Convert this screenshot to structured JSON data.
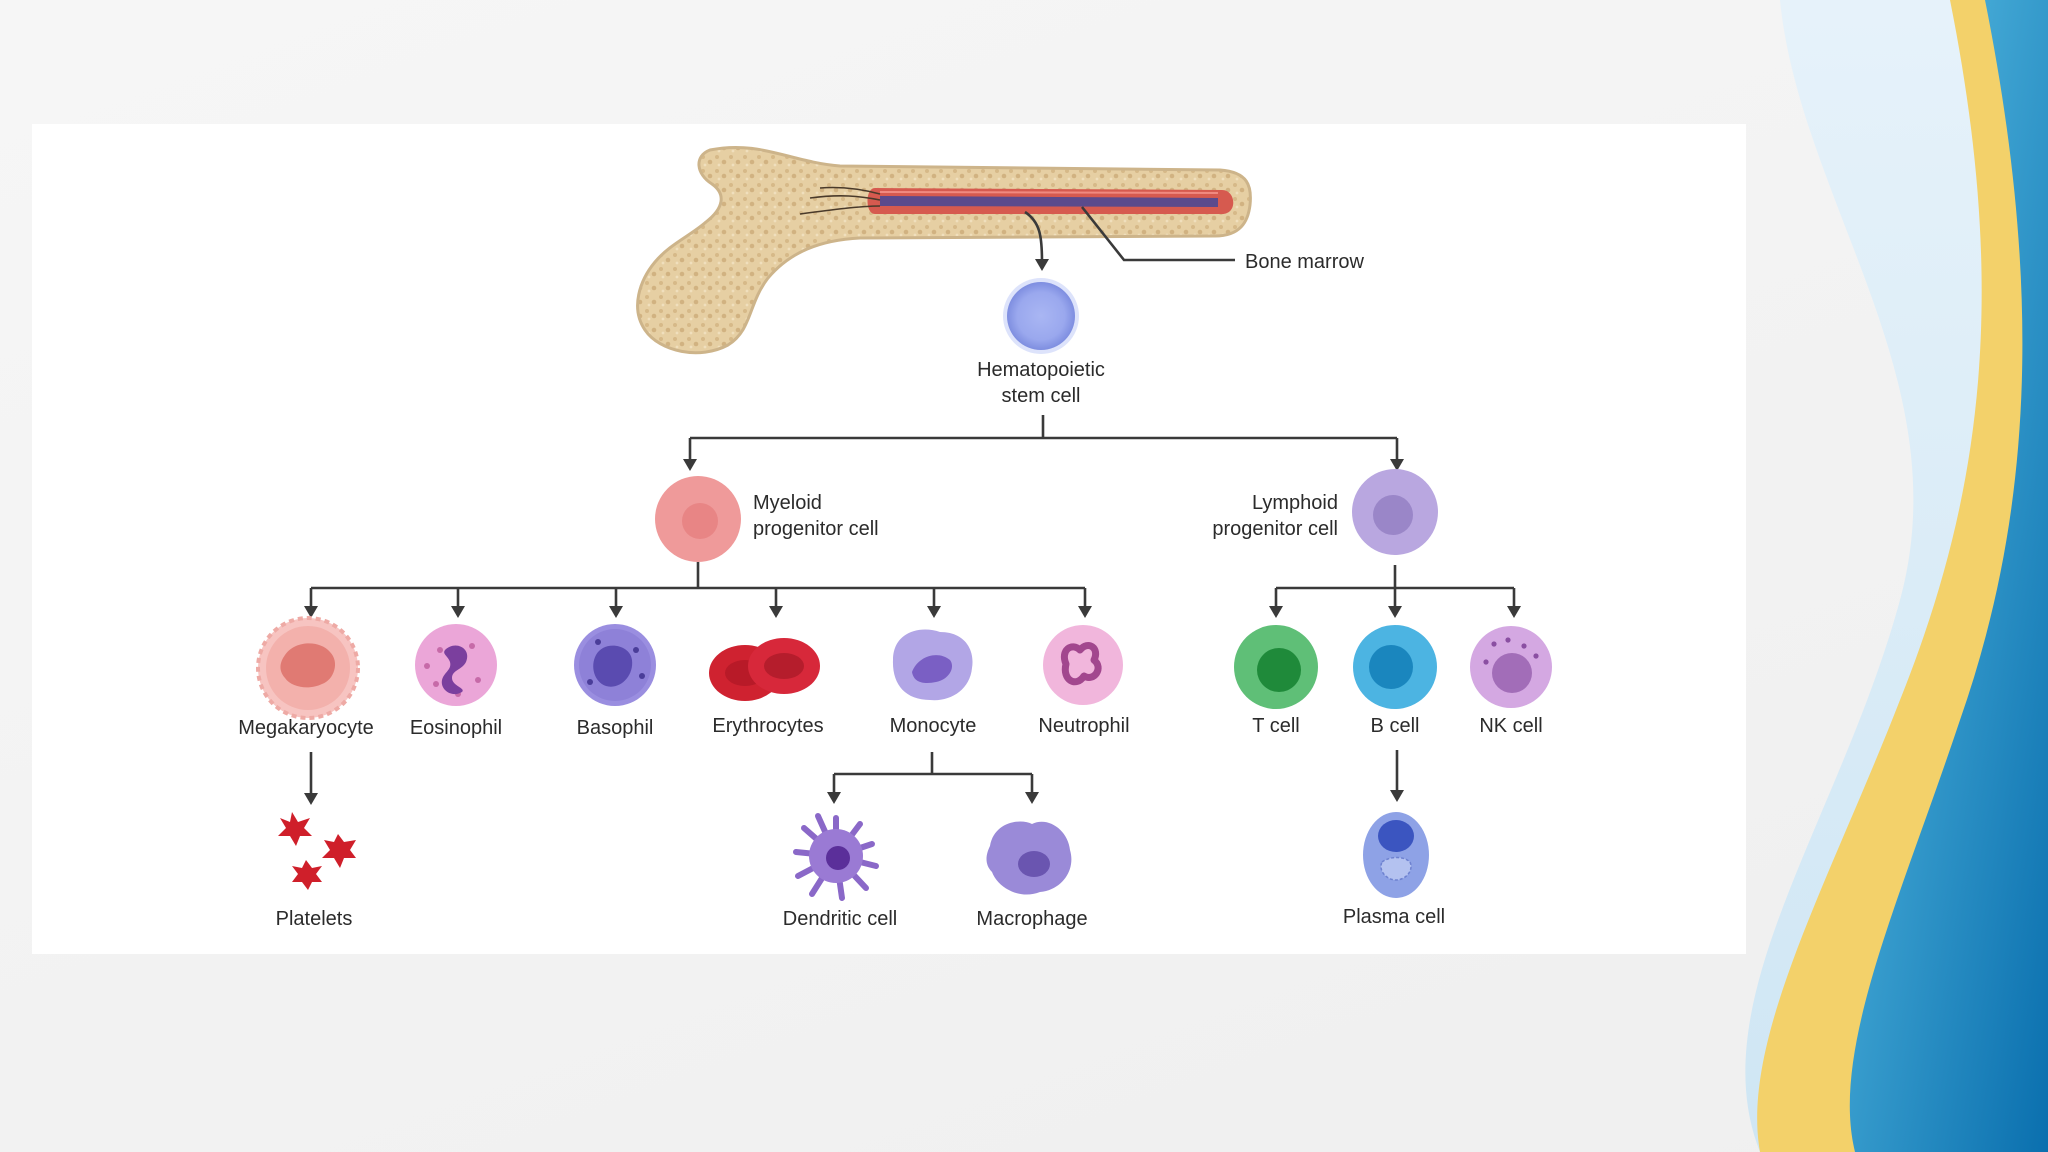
{
  "diagram": {
    "labels": {
      "bone_marrow": "Bone marrow",
      "hsc_line1": "Hematopoietic",
      "hsc_line2": "stem cell",
      "myeloid_line1": "Myeloid",
      "myeloid_line2": "progenitor cell",
      "lymphoid_line1": "Lymphoid",
      "lymphoid_line2": "progenitor cell",
      "megakaryocyte": "Megakaryocyte",
      "eosinophil": "Eosinophil",
      "basophil": "Basophil",
      "erythrocytes": "Erythrocytes",
      "monocyte": "Monocyte",
      "neutrophil": "Neutrophil",
      "t_cell": "T cell",
      "b_cell": "B cell",
      "nk_cell": "NK cell",
      "platelets": "Platelets",
      "dendritic_cell": "Dendritic cell",
      "macrophage": "Macrophage",
      "plasma_cell": "Plasma cell"
    }
  },
  "colors": {
    "slide_bg": "#f3f3f3",
    "panel_bg": "#ffffff",
    "bone": "#e9d6b0",
    "marrow": "#c8453e",
    "hsc": "#9aa8ee",
    "myeloid": "#ef9a9a",
    "lymphoid": "#b3a0dc",
    "t_cell": "#4fb66a",
    "b_cell": "#35a8dc",
    "nk_cell": "#c79ad8",
    "deco_yellow": "#f3d16a",
    "deco_blue": "#1591c6"
  }
}
